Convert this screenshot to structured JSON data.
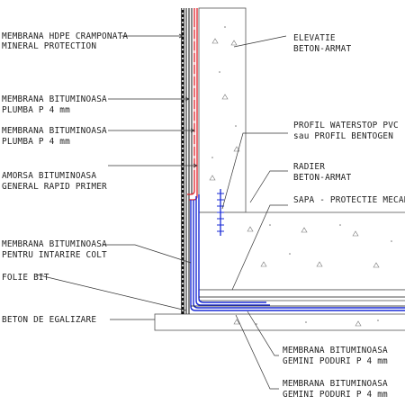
{
  "colors": {
    "red_membrane": "#e0202a",
    "blue_membrane": "#1a2bd6",
    "line": "#333333",
    "text": "#222222"
  },
  "labels": {
    "hdpe": [
      "MEMBRANA HDPE CRAMPONATA",
      "MINERAL PROTECTION"
    ],
    "bit_plumba_1": [
      "MEMBRANA BITUMINOASA",
      "PLUMBA P 4 mm"
    ],
    "bit_plumba_2": [
      "MEMBRANA BITUMINOASA",
      "PLUMBA P 4 mm"
    ],
    "primer": [
      "AMORSA BITUMINOASA",
      "GENERAL RAPID PRIMER"
    ],
    "colt": [
      "MEMBRANA BITUMINOASA",
      "PENTRU INTARIRE COLT"
    ],
    "folie": [
      "FOLIE BIT"
    ],
    "egalizare": [
      "BETON DE EGALIZARE"
    ],
    "elevatie": [
      "ELEVATIE",
      "BETON-ARMAT"
    ],
    "waterstop": [
      "PROFIL WATERSTOP PVC",
      "sau PROFIL BENTOGEN"
    ],
    "radier": [
      "RADIER",
      "BETON-ARMAT"
    ],
    "sapa": [
      "SAPA - PROTECTIE MECANICA"
    ],
    "gemini_1": [
      "MEMBRANA BITUMINOASA",
      "GEMINI PODURI P 4 mm"
    ],
    "gemini_2": [
      "MEMBRANA BITUMINOASA",
      "GEMINI PODURI P 4 mm"
    ]
  }
}
